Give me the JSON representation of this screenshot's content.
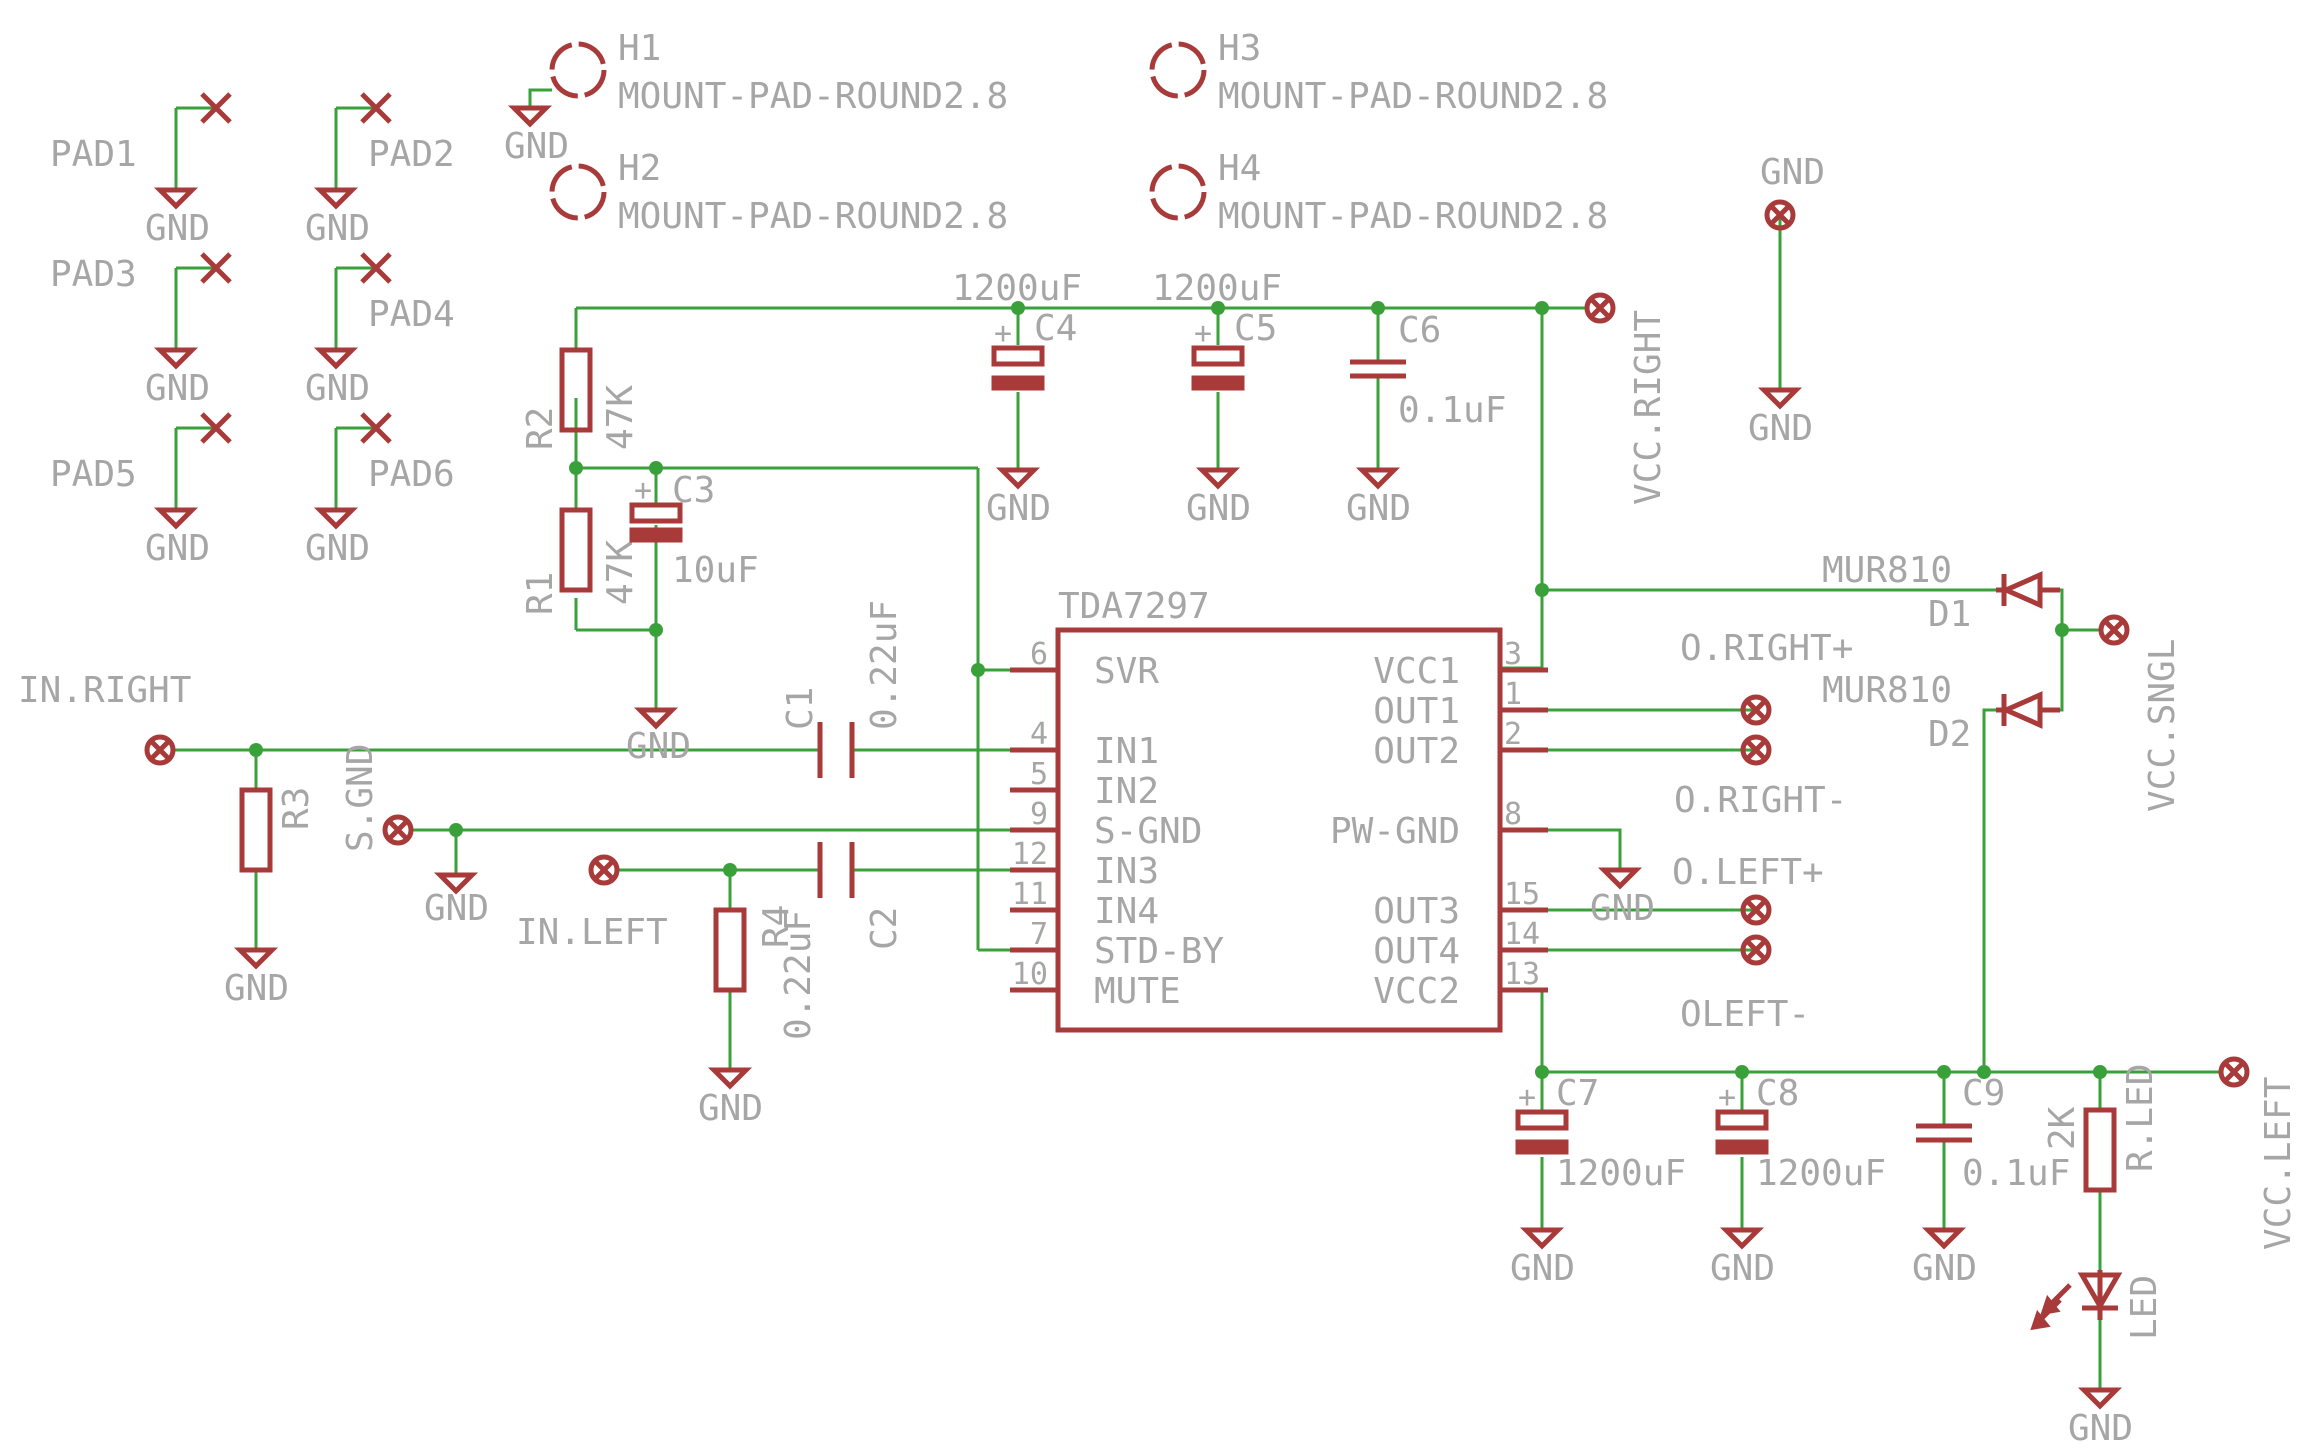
{
  "chip": {
    "name": "TDA7297"
  },
  "pins": {
    "svr": {
      "num": "6",
      "label": "SVR"
    },
    "in1": {
      "num": "4",
      "label": "IN1"
    },
    "in2": {
      "num": "5",
      "label": "IN2"
    },
    "sgnd": {
      "num": "9",
      "label": "S-GND"
    },
    "in3": {
      "num": "12",
      "label": "IN3"
    },
    "in4": {
      "num": "11",
      "label": "IN4"
    },
    "stdby": {
      "num": "7",
      "label": "STD-BY"
    },
    "mute": {
      "num": "10",
      "label": "MUTE"
    },
    "vcc1": {
      "num": "3",
      "label": "VCC1"
    },
    "out1": {
      "num": "1",
      "label": "OUT1"
    },
    "out2": {
      "num": "2",
      "label": "OUT2"
    },
    "pwgnd": {
      "num": "8",
      "label": "PW-GND"
    },
    "out3": {
      "num": "15",
      "label": "OUT3"
    },
    "out4": {
      "num": "14",
      "label": "OUT4"
    },
    "vcc2": {
      "num": "13",
      "label": "VCC2"
    }
  },
  "pads": [
    "PAD1",
    "PAD2",
    "PAD3",
    "PAD4",
    "PAD5",
    "PAD6"
  ],
  "mounts": {
    "h1": "H1",
    "h2": "H2",
    "h3": "H3",
    "h4": "H4",
    "value": "MOUNT-PAD-ROUND2.8"
  },
  "parts": {
    "c1": {
      "name": "C1",
      "value": "0.22uF"
    },
    "c2": {
      "name": "C2",
      "value": "0.22uF"
    },
    "c3": {
      "name": "C3",
      "value": "10uF"
    },
    "c4": {
      "name": "C4",
      "value": "1200uF"
    },
    "c5": {
      "name": "C5",
      "value": "1200uF"
    },
    "c6": {
      "name": "C6",
      "value": "0.1uF"
    },
    "c7": {
      "name": "C7",
      "value": "1200uF"
    },
    "c8": {
      "name": "C8",
      "value": "1200uF"
    },
    "c9": {
      "name": "C9",
      "value": "0.1uF"
    },
    "r1": {
      "name": "R1",
      "value": "47K"
    },
    "r2": {
      "name": "R2",
      "value": "47K"
    },
    "r3": {
      "name": "R3"
    },
    "r4": {
      "name": "R4"
    },
    "rled": {
      "name": "R.LED",
      "value": "2K"
    },
    "d1": {
      "name": "D1",
      "value": "MUR810"
    },
    "d2": {
      "name": "D2",
      "value": "MUR810"
    },
    "led": {
      "name": "LED"
    }
  },
  "nets": {
    "gnd": "GND",
    "in_right": "IN.RIGHT",
    "in_left": "IN.LEFT",
    "s_gnd": "S.GND",
    "vcc_right": "VCC.RIGHT",
    "vcc_left": "VCC.LEFT",
    "vcc_sngl": "VCC.SNGL",
    "o_right_plus": "O.RIGHT+",
    "o_right_minus": "O.RIGHT-",
    "o_left_plus": "O.LEFT+",
    "o_left_minus": "OLEFT-"
  },
  "colors": {
    "wire": "#3aa03a",
    "symbol": "#a83a3a",
    "text": "#a6a6a6",
    "background": "#ffffff"
  }
}
